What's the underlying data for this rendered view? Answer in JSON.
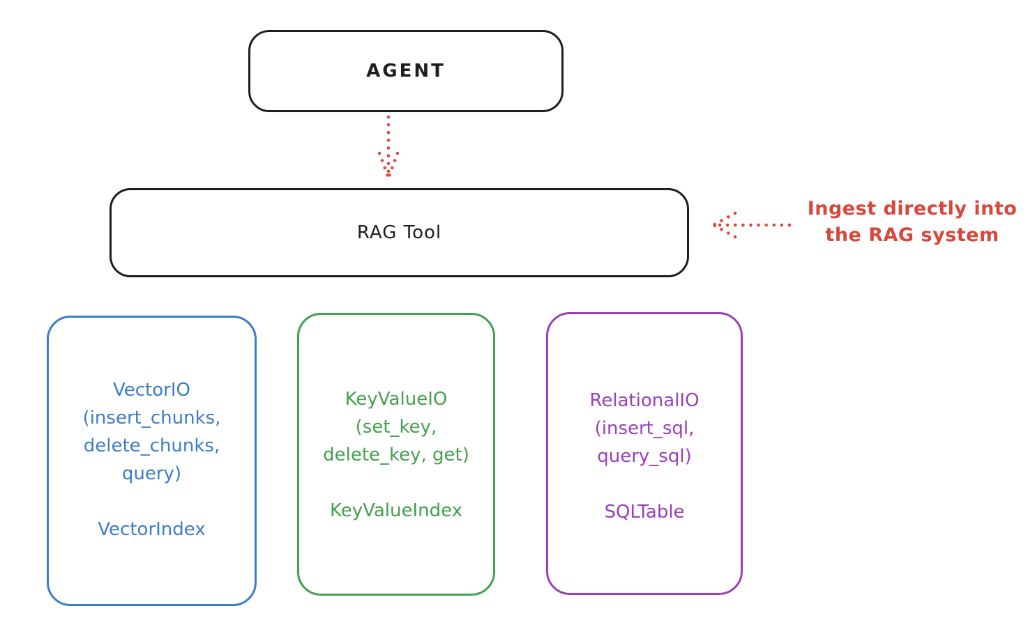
{
  "diagram": {
    "agent": {
      "label": "AGENT"
    },
    "rag_tool": {
      "label": "RAG Tool"
    },
    "annotation": {
      "line1": "Ingest directly into",
      "line2": "the RAG system"
    },
    "boxes": [
      {
        "id": "vector-io",
        "lines": [
          "VectorIO",
          "(insert_chunks,",
          "delete_chunks,",
          "query)"
        ],
        "index_label": "VectorIndex",
        "color": "#3d7cc9"
      },
      {
        "id": "keyvalue-io",
        "lines": [
          "KeyValueIO",
          "(set_key,",
          "delete_key, get)"
        ],
        "index_label": "KeyValueIndex",
        "color": "#43a04e"
      },
      {
        "id": "relational-io",
        "lines": [
          "RelationalIO",
          "(insert_sql,",
          "query_sql)"
        ],
        "index_label": "SQLTable",
        "color": "#9a3fbd"
      }
    ],
    "colors": {
      "node_stroke": "#1e1e1e",
      "arrow_red": "#d8473b",
      "background": "#ffffff"
    }
  }
}
